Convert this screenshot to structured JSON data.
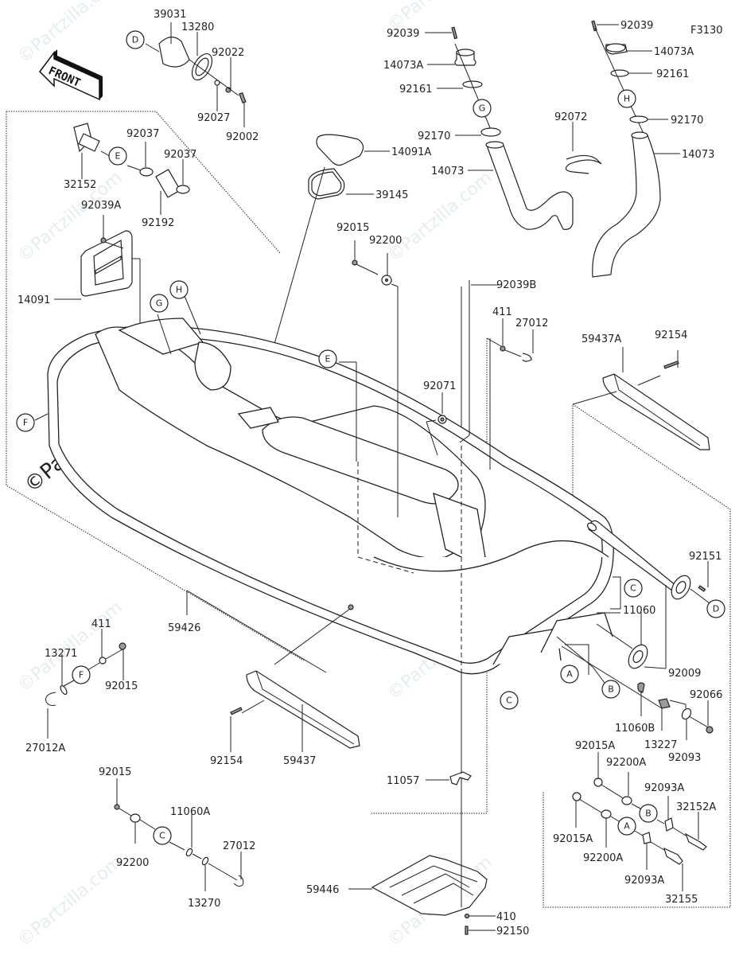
{
  "diagram": {
    "figure_code": "F3130",
    "direction_label": "FRONT",
    "watermark": "©Partzilla.com",
    "callout_letters": [
      "A",
      "B",
      "C",
      "D",
      "E",
      "F",
      "G",
      "H"
    ],
    "parts": {
      "p39031": "39031",
      "p13280": "13280",
      "p92022": "92022",
      "p92027": "92027",
      "p92002": "92002",
      "p32152": "32152",
      "p92037a": "92037",
      "p92037b": "92037",
      "p92192": "92192",
      "p92039A": "92039A",
      "p14091": "14091",
      "p14091A": "14091A",
      "p39145": "39145",
      "p92039_l": "92039",
      "p14073A_l": "14073A",
      "p92161_l": "92161",
      "p92170_l": "92170",
      "p14073_l": "14073",
      "p92072": "92072",
      "p92039_r": "92039",
      "p14073A_r": "14073A",
      "p92161_r": "92161",
      "p92170_r": "92170",
      "p14073_r": "14073",
      "p92015_top": "92015",
      "p92200_top": "92200",
      "p92039B": "92039B",
      "p411_top": "411",
      "p27012_top": "27012",
      "p59437A": "59437A",
      "p92154_top": "92154",
      "p92071": "92071",
      "p92151": "92151",
      "p11060": "11060",
      "p92009": "92009",
      "p92066": "92066",
      "p11060B": "11060B",
      "p13227": "13227",
      "p92093": "92093",
      "p92015A_b": "92015A",
      "p92200A_b": "92200A",
      "p92093A_b": "92093A",
      "p32152A": "32152A",
      "p92015A_a": "92015A",
      "p92200A_a": "92200A",
      "p92093A_a": "92093A",
      "p32155": "32155",
      "p59426": "59426",
      "p411_f": "411",
      "p13271": "13271",
      "p92015_f": "92015",
      "p27012A": "27012A",
      "p92154_bot": "92154",
      "p59437": "59437",
      "p11057": "11057",
      "p92015_c": "92015",
      "p92200_c": "92200",
      "p11060A": "11060A",
      "p27012_c": "27012",
      "p13270": "13270",
      "p59446": "59446",
      "p410": "410",
      "p92150": "92150"
    }
  }
}
